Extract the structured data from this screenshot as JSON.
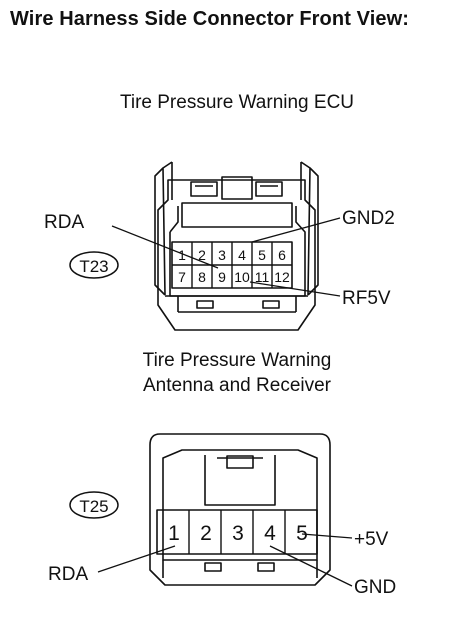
{
  "heading": "Wire Harness Side Connector Front View:",
  "ecu": {
    "title": "Tire Pressure Warning ECU",
    "code": "T23",
    "pins_top": [
      "1",
      "2",
      "3",
      "4",
      "5",
      "6"
    ],
    "pins_bottom": [
      "7",
      "8",
      "9",
      "10",
      "11",
      "12"
    ],
    "label_rda": "RDA",
    "label_gnd2": "GND2",
    "label_rf5v": "RF5V"
  },
  "antenna": {
    "title_line1": "Tire Pressure Warning",
    "title_line2": "Antenna and Receiver",
    "code": "T25",
    "pins": [
      "1",
      "2",
      "3",
      "4",
      "5"
    ],
    "label_rda": "RDA",
    "label_gnd": "GND",
    "label_plus5v": "+5V"
  }
}
